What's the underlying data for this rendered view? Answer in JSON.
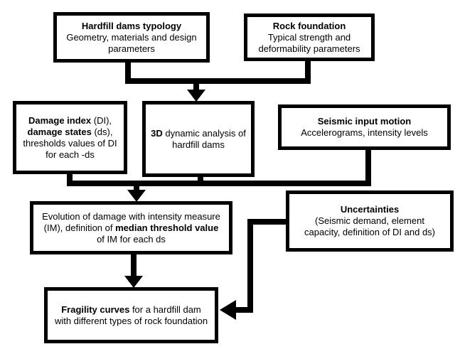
{
  "colors": {
    "line": "#000000",
    "background": "#ffffff",
    "text": "#000000"
  },
  "boxes": {
    "typology": {
      "lines": [
        [
          {
            "text": "Hardfill dams typology",
            "bold": true
          }
        ],
        [
          {
            "text": "Geometry, materials and design"
          }
        ],
        [
          {
            "text": "parameters"
          }
        ]
      ]
    },
    "rock": {
      "lines": [
        [
          {
            "text": "Rock foundation",
            "bold": true
          }
        ],
        [
          {
            "text": "Typical strength and"
          }
        ],
        [
          {
            "text": "deformability parameters"
          }
        ]
      ]
    },
    "damage_index": {
      "lines": [
        [
          {
            "text": "Damage index",
            "bold": true
          },
          {
            "text": " (DI),"
          }
        ],
        [
          {
            "text": "damage states",
            "bold": true
          },
          {
            "text": " (ds),"
          }
        ],
        [
          {
            "text": "thresholds values of DI"
          }
        ],
        [
          {
            "text": "for each -ds"
          }
        ]
      ]
    },
    "analysis": {
      "lines": [
        [
          {
            "text": "3D",
            "bold": true
          },
          {
            "text": " dynamic analysis of"
          }
        ],
        [
          {
            "text": "hardfill dams"
          }
        ]
      ]
    },
    "seismic": {
      "lines": [
        [
          {
            "text": "Seismic input motion",
            "bold": true
          }
        ],
        [
          {
            "text": "Accelerograms, intensity levels"
          }
        ]
      ]
    },
    "evolution": {
      "lines": [
        [
          {
            "text": "Evolution of damage with intensity measure"
          }
        ],
        [
          {
            "text": "(IM), definition of "
          },
          {
            "text": "median threshold value",
            "bold": true
          }
        ],
        [
          {
            "text": "of IM for each ds"
          }
        ]
      ]
    },
    "uncertainties": {
      "lines": [
        [
          {
            "text": "Uncertainties",
            "bold": true
          }
        ],
        [
          {
            "text": "(Seismic demand, element"
          }
        ],
        [
          {
            "text": "capacity, definition of DI and ds)"
          }
        ]
      ]
    },
    "fragility": {
      "lines": [
        [
          {
            "text": "Fragility curves",
            "bold": true
          },
          {
            "text": " for a hardfill dam"
          }
        ],
        [
          {
            "text": "with different types of rock foundation"
          }
        ]
      ]
    }
  }
}
